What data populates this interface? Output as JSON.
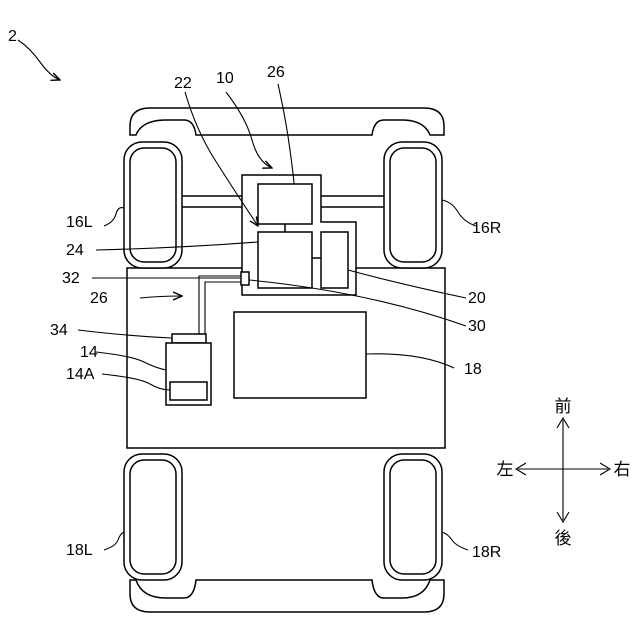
{
  "labels": {
    "fig": "2",
    "l10": "10",
    "l22": "22",
    "l26_top": "26",
    "l16L": "16L",
    "l16R": "16R",
    "l24": "24",
    "l32": "32",
    "l20": "20",
    "l26_mid": "26",
    "l30": "30",
    "l34": "34",
    "l14": "14",
    "l14A": "14A",
    "l18": "18",
    "l18L": "18L",
    "l18R": "18R"
  },
  "directions": {
    "front": "前",
    "rear": "後",
    "left": "左",
    "right": "右"
  }
}
